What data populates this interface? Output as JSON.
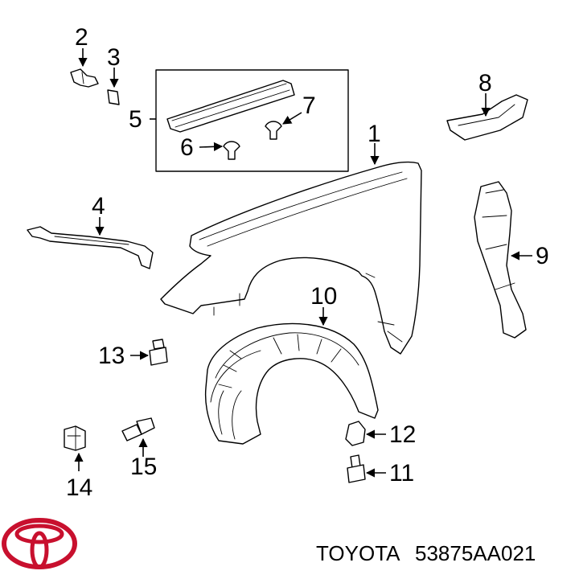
{
  "diagram": {
    "callouts": {
      "c1": "1",
      "c2": "2",
      "c3": "3",
      "c4": "4",
      "c5": "5",
      "c6": "6",
      "c7": "7",
      "c8": "8",
      "c9": "9",
      "c10": "10",
      "c11": "11",
      "c12": "12",
      "c13": "13",
      "c14": "14",
      "c15": "15"
    }
  },
  "footer": {
    "brand": "TOYOTA",
    "part_number": "53875AA021",
    "logo_icon": "toyota-logo-icon",
    "logo_color": "#c8102e"
  }
}
